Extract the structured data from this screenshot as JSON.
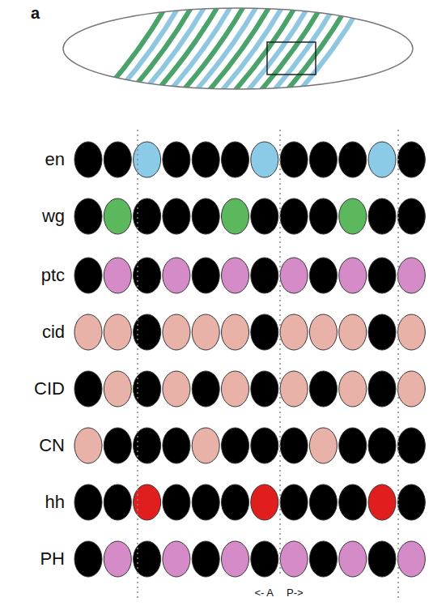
{
  "diagram": {
    "labels": [
      "a",
      "en",
      "wg",
      "ptc",
      "cid",
      "CID",
      "CN",
      "hh",
      "PH",
      "<- A",
      "P->"
    ]
  }
}
